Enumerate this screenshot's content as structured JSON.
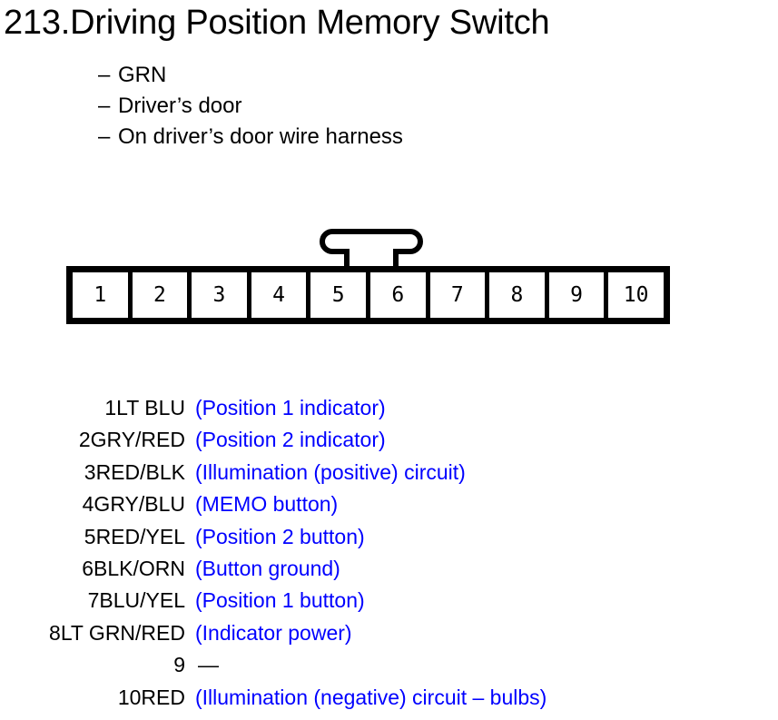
{
  "page": {
    "title": "213.Driving Position Memory Switch",
    "number": "213.",
    "name": "Driving Position Memory Switch"
  },
  "attributes": {
    "dash": "–",
    "items": [
      {
        "label": "GRN"
      },
      {
        "label": "Driver’s door"
      },
      {
        "label": "On driver’s door wire harness"
      }
    ]
  },
  "connector": {
    "pin_count": 10,
    "latch": "latch-tab",
    "cells": [
      {
        "number": "1"
      },
      {
        "number": "2"
      },
      {
        "number": "3"
      },
      {
        "number": "4"
      },
      {
        "number": "5"
      },
      {
        "number": "6"
      },
      {
        "number": "7"
      },
      {
        "number": "8"
      },
      {
        "number": "9"
      },
      {
        "number": "10"
      }
    ]
  },
  "legend": {
    "description_color": "#0000ff",
    "wire_color_text_color": "#000000",
    "rows": [
      {
        "pin": "1",
        "wire": "LT BLU",
        "label": "1LT BLU",
        "description": "(Position 1 indicator)"
      },
      {
        "pin": "2",
        "wire": "GRY/RED",
        "label": "2GRY/RED",
        "description": "(Position 2 indicator)"
      },
      {
        "pin": "3",
        "wire": "RED/BLK",
        "label": "3RED/BLK",
        "description": "(Illumination (positive) circuit)"
      },
      {
        "pin": "4",
        "wire": "GRY/BLU",
        "label": "4GRY/BLU",
        "description": "(MEMO button)"
      },
      {
        "pin": "5",
        "wire": "RED/YEL",
        "label": "5RED/YEL",
        "description": "(Position 2 button)"
      },
      {
        "pin": "6",
        "wire": "BLK/ORN",
        "label": "6BLK/ORN",
        "description": "(Button ground)"
      },
      {
        "pin": "7",
        "wire": "BLU/YEL",
        "label": "7BLU/YEL",
        "description": "(Position 1 button)"
      },
      {
        "pin": "8",
        "wire": "LT GRN/RED",
        "label": "8LT GRN/RED",
        "description": "(Indicator power)"
      },
      {
        "pin": "9",
        "wire": "",
        "label": "9",
        "description": "—"
      },
      {
        "pin": "10",
        "wire": "RED",
        "label": "10RED",
        "description": "(Illumination (negative) circuit – bulbs)"
      }
    ]
  }
}
